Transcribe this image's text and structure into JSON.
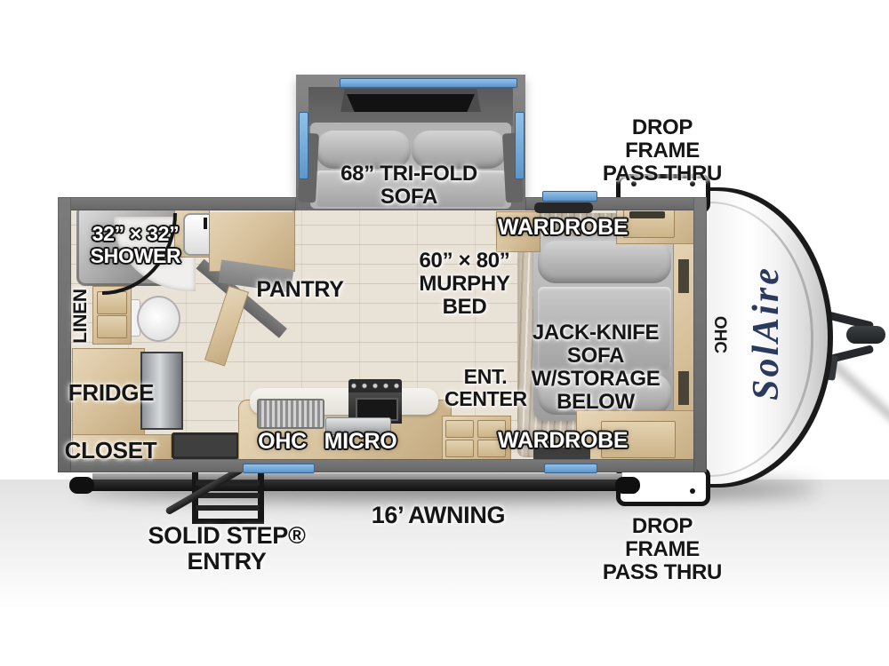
{
  "colors": {
    "wall_gray": "#6f6f6f",
    "floor_wood": "#e9e2d7",
    "cabinet_wood": "#d8c3a0",
    "window_blue": "#74a9dc",
    "logo_navy": "#2b3a5c",
    "sofa_gray": "#b3b3b3",
    "label_black": "#161616",
    "label_white": "#ffffff"
  },
  "brand": {
    "logo_text": "SolAire"
  },
  "exterior_labels": {
    "drop_frame_top": [
      "DROP FRAME",
      "PASS THRU"
    ],
    "drop_frame_bottom": [
      "DROP FRAME",
      "PASS THRU"
    ],
    "solid_step_entry": "SOLID STEP® ENTRY",
    "awning": "16’ AWNING",
    "front_ohc": "OHC"
  },
  "interior_labels": {
    "trifold_sofa": [
      "68” TRI-FOLD",
      "SOFA"
    ],
    "wardrobe_top": "WARDROBE",
    "wardrobe_bottom": "WARDROBE",
    "murphy_bed": [
      "60” × 80”",
      "MURPHY",
      "BED"
    ],
    "jackknife_sofa": [
      "JACK-KNIFE SOFA",
      "W/STORAGE",
      "BELOW"
    ],
    "ent_center": [
      "ENT.",
      "CENTER"
    ],
    "shower": [
      "32” × 32”",
      "SHOWER"
    ],
    "linen": "LINEN",
    "pantry": "PANTRY",
    "fridge": "FRIDGE",
    "closet": "CLOSET",
    "ohc": "OHC",
    "micro": "MICRO"
  }
}
